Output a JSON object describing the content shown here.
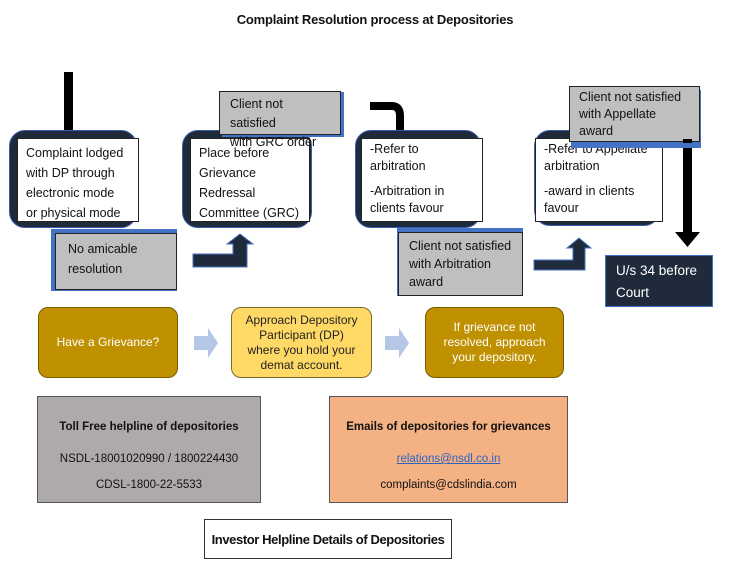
{
  "title": "Complaint Resolution process at Depositories",
  "process": {
    "step1": {
      "lines": [
        "Complaint lodged",
        "with DP through",
        "electronic mode",
        "or physical mode"
      ]
    },
    "note1": {
      "lines": [
        "No amicable",
        "resolution"
      ]
    },
    "step2": {
      "lines": [
        "Place before",
        "Grievance",
        "Redressal",
        "Committee (GRC)"
      ]
    },
    "note2": {
      "lines": [
        "Client not satisfied",
        "with GRC order"
      ]
    },
    "step3": {
      "para1": [
        "-Refer to",
        "arbitration"
      ],
      "para2": [
        "-Arbitration in",
        "clients favour"
      ]
    },
    "note3": {
      "lines": [
        "Client not satisfied",
        "with Arbitration",
        "award"
      ]
    },
    "step4": {
      "para1": [
        "-Refer to Appellate",
        "arbitration"
      ],
      "para2": [
        "-award in clients",
        "favour"
      ]
    },
    "note4": {
      "lines": [
        "Client not satisfied",
        "with Appellate",
        "award"
      ]
    },
    "final": {
      "lines": [
        "U/s 34 before",
        "Court"
      ]
    }
  },
  "grievance_flow": {
    "box1": "Have a Grievance?",
    "box2": [
      "Approach Depository",
      "Participant (DP)",
      "where you hold your",
      "demat account."
    ],
    "box3": [
      "If grievance not",
      "resolved, approach",
      "your depository."
    ]
  },
  "helpline": {
    "heading": "Toll Free helpline of depositories",
    "nsdl": "NSDL-18001020990 / 1800224430",
    "cdsl": "CDSL-1800-22-5533"
  },
  "emails": {
    "heading": "Emails of depositories  for grievances",
    "nsdl": "relations@nsdl.co.in",
    "cdsl": "complaints@cdslindia.com"
  },
  "caption": "Investor Helpline Details of Depositories",
  "colors": {
    "frame_dark": "#1f2a3a",
    "accent_blue": "#4472c4",
    "note_grey": "#bfbfbf",
    "gold": "#bf9000",
    "yellow": "#ffd966",
    "arrow_light_blue": "#b4c7e7",
    "helpline_grey": "#aeaaaa",
    "email_peach": "#f4b183"
  }
}
